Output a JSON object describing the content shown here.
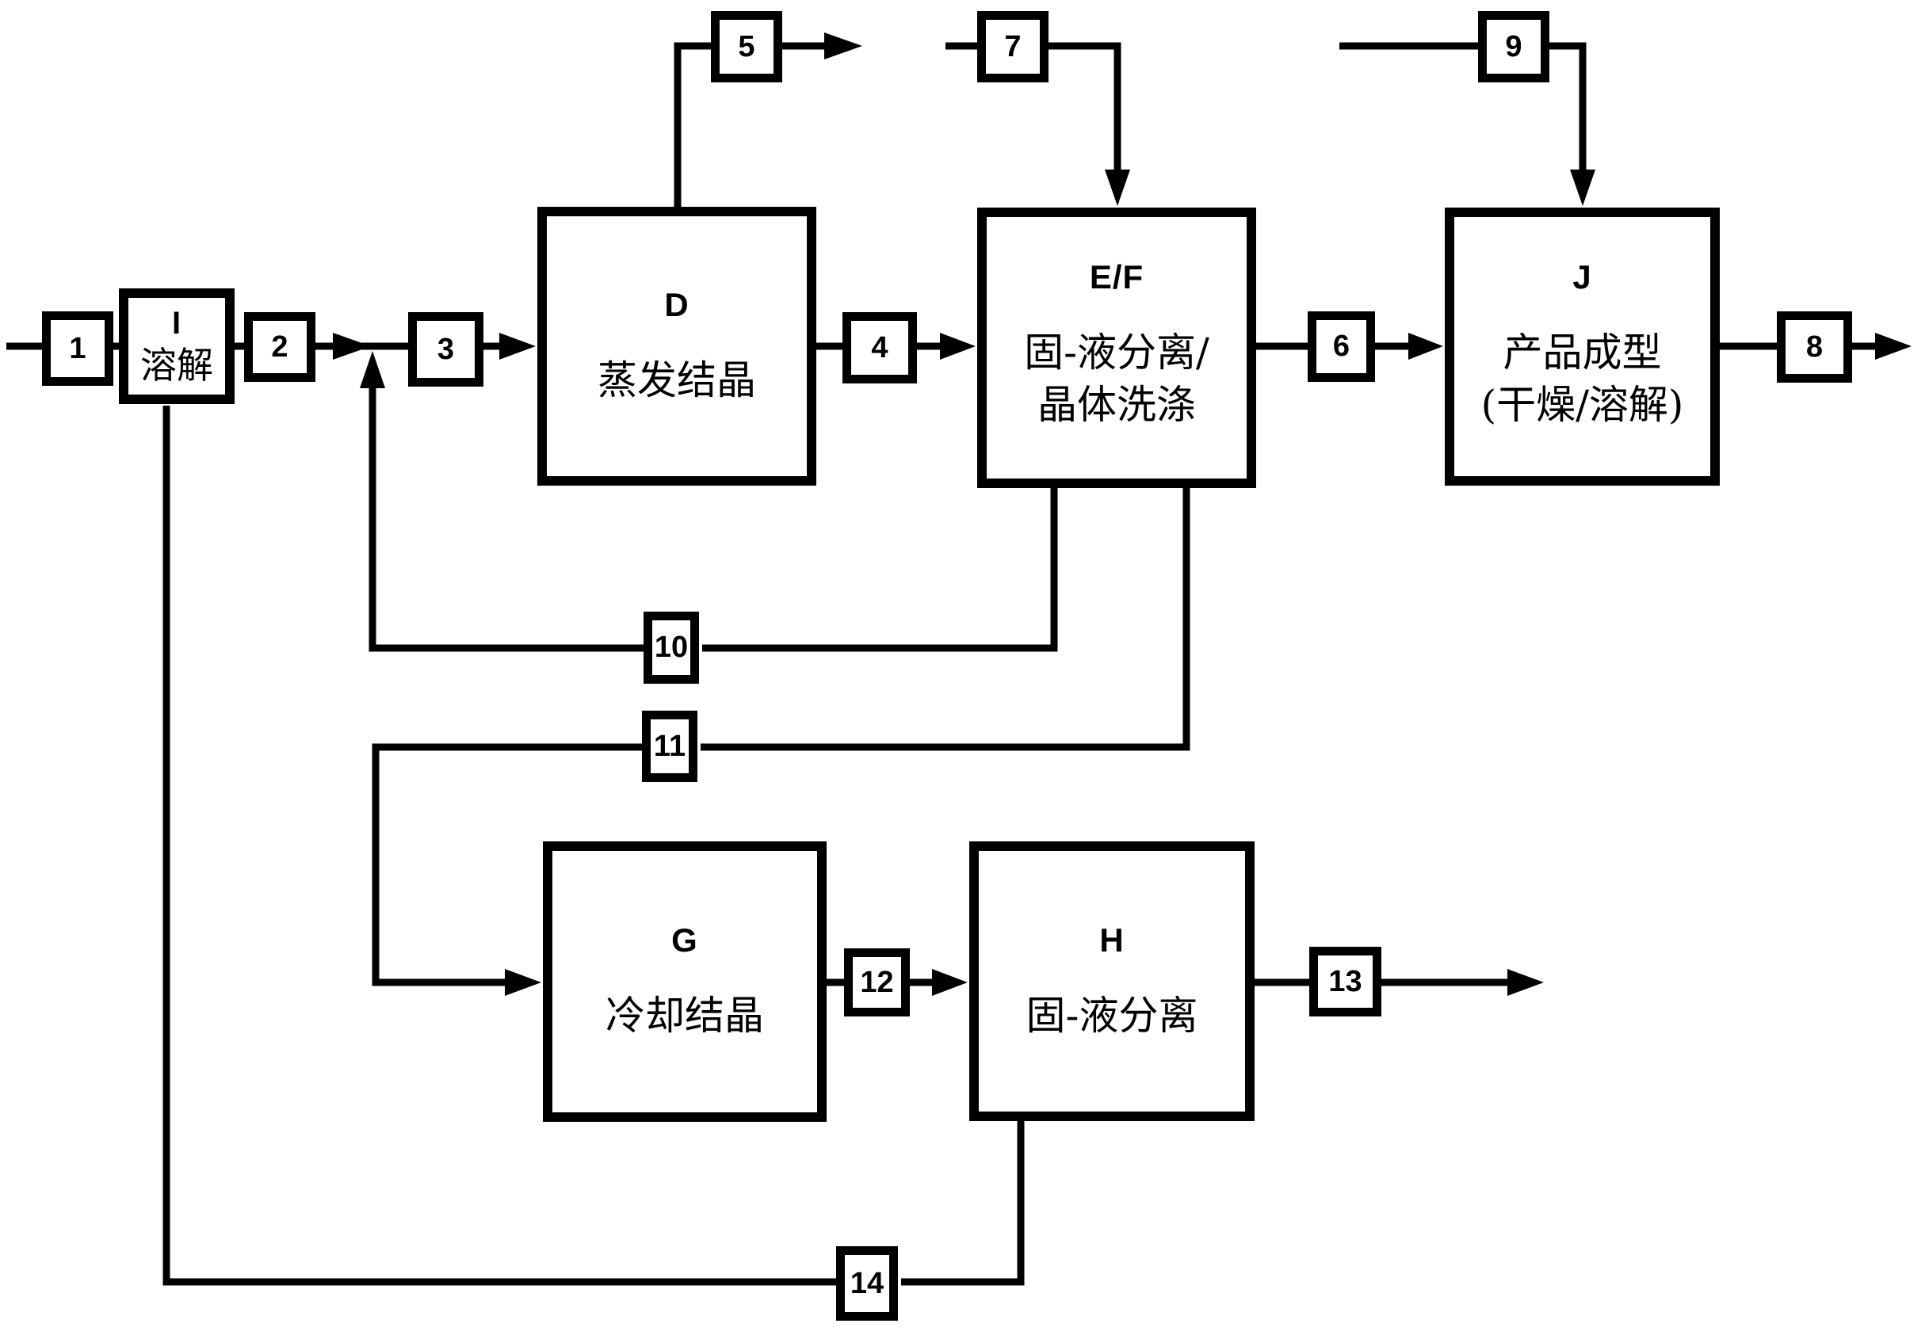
{
  "figure": {
    "background_color": "#ffffff",
    "line_color": "#000000"
  },
  "boxes": {
    "I": {
      "letter": "I",
      "text1": "溶解"
    },
    "D": {
      "letter": "D",
      "text1": "蒸发结晶"
    },
    "EF": {
      "letter": "E/F",
      "text1": "固-液分离/",
      "text2": "晶体洗涤"
    },
    "J": {
      "letter": "J",
      "text1": "产品成型",
      "text2": "(干燥/溶解)"
    },
    "G": {
      "letter": "G",
      "text1": "冷却结晶"
    },
    "H": {
      "letter": "H",
      "text1": "固-液分离"
    }
  },
  "streams": {
    "s1": "1",
    "s2": "2",
    "s3": "3",
    "s4": "4",
    "s5": "5",
    "s6": "6",
    "s7": "7",
    "s8": "8",
    "s9": "9",
    "s10": "10",
    "s11": "11",
    "s12": "12",
    "s13": "13",
    "s14": "14"
  }
}
